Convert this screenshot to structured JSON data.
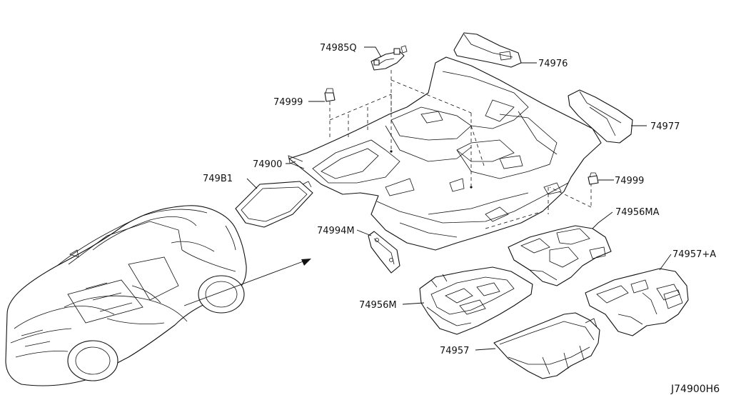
{
  "diagram": {
    "id_code": "J74900H6",
    "parts": [
      {
        "key": "74985Q",
        "label": "74985Q"
      },
      {
        "key": "74976",
        "label": "74976"
      },
      {
        "key": "74999_top",
        "label": "74999"
      },
      {
        "key": "74977",
        "label": "74977"
      },
      {
        "key": "74900",
        "label": "74900"
      },
      {
        "key": "749B1",
        "label": "749B1"
      },
      {
        "key": "74999_right",
        "label": "74999"
      },
      {
        "key": "74956MA",
        "label": "74956MA"
      },
      {
        "key": "74994M",
        "label": "74994M"
      },
      {
        "key": "74957A",
        "label": "74957+A"
      },
      {
        "key": "74956M",
        "label": "74956M"
      },
      {
        "key": "74957",
        "label": "74957"
      }
    ]
  }
}
